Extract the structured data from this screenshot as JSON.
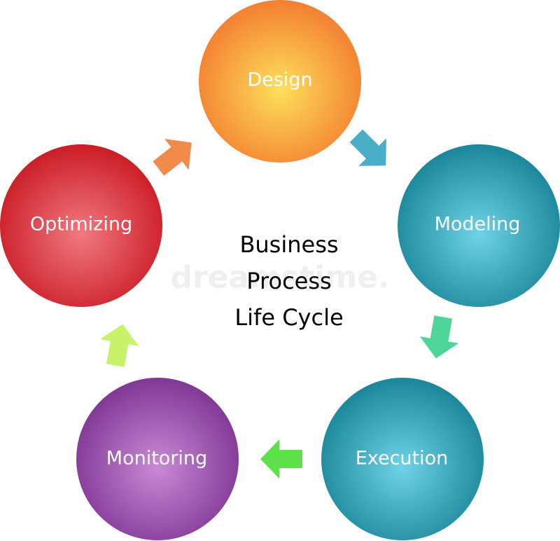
{
  "diagram": {
    "title_lines": [
      "Business",
      "Process",
      "Life Cycle"
    ],
    "watermark": "dreamstime.",
    "stages": [
      {
        "label": "Design",
        "color": "#f2762e",
        "highlight": "#fde05a"
      },
      {
        "label": "Modeling",
        "color": "#137f94",
        "highlight": "#6fd3e6"
      },
      {
        "label": "Execution",
        "color": "#137f94",
        "highlight": "#6fd3e6"
      },
      {
        "label": "Monitoring",
        "color": "#7a2f8f",
        "highlight": "#c98ad6"
      },
      {
        "label": "Optimizing",
        "color": "#c8141e",
        "highlight": "#f07a80"
      }
    ],
    "arrows": [
      {
        "from": "Design",
        "to": "Modeling",
        "color": "#4aaec8",
        "icon": "arrow-icon"
      },
      {
        "from": "Modeling",
        "to": "Execution",
        "color": "#4fd49a",
        "icon": "arrow-icon"
      },
      {
        "from": "Execution",
        "to": "Monitoring",
        "color": "#5ee04a",
        "icon": "arrow-icon"
      },
      {
        "from": "Monitoring",
        "to": "Optimizing",
        "color": "#c8f26a",
        "icon": "arrow-icon"
      },
      {
        "from": "Optimizing",
        "to": "Design",
        "color": "#f28b4a",
        "icon": "arrow-icon"
      }
    ]
  }
}
